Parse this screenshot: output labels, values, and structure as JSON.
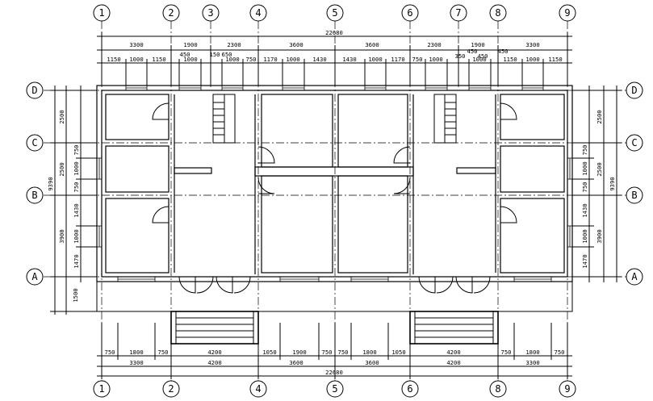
{
  "top_axes": [
    "1",
    "2",
    "3",
    "4",
    "5",
    "6",
    "7",
    "8",
    "9"
  ],
  "bottom_axes": [
    "1",
    "2",
    "4",
    "5",
    "6",
    "8",
    "9"
  ],
  "side_axes": [
    "D",
    "C",
    "B",
    "A"
  ],
  "dims": {
    "top_total": "22680",
    "top_row1": [
      "3300",
      "1900",
      "2300",
      "3600",
      "3600",
      "2300",
      "1900",
      "3300"
    ],
    "top_row2": [
      "450",
      "450",
      "450",
      "450"
    ],
    "top_small": [
      "150",
      "650",
      "350"
    ],
    "top_row3": [
      "1150",
      "1000",
      "1150",
      "1000",
      "1000",
      "750",
      "1170",
      "1000",
      "1430",
      "1430",
      "1000",
      "1170",
      "750",
      "1000",
      "1000",
      "1150",
      "1000",
      "1150"
    ],
    "left_outer": "9390",
    "left_mid": [
      "2500",
      "2500",
      "3900",
      "1500"
    ],
    "left_inner": [
      "750",
      "1000",
      "750",
      "1430",
      "1000",
      "1470"
    ],
    "right_outer": "9390",
    "right_mid": [
      "2500",
      "2500",
      "3900"
    ],
    "right_inner": [
      "750",
      "1000",
      "750",
      "1430",
      "1000",
      "1470"
    ],
    "bottom_row1": [
      "750",
      "1800",
      "750",
      "4200",
      "1050",
      "1900",
      "750",
      "750",
      "1800",
      "1050",
      "4200",
      "750",
      "1800",
      "750"
    ],
    "bottom_row2": [
      "3300",
      "4200",
      "3600",
      "3600",
      "4200",
      "3300"
    ],
    "bottom_total": "22680"
  }
}
